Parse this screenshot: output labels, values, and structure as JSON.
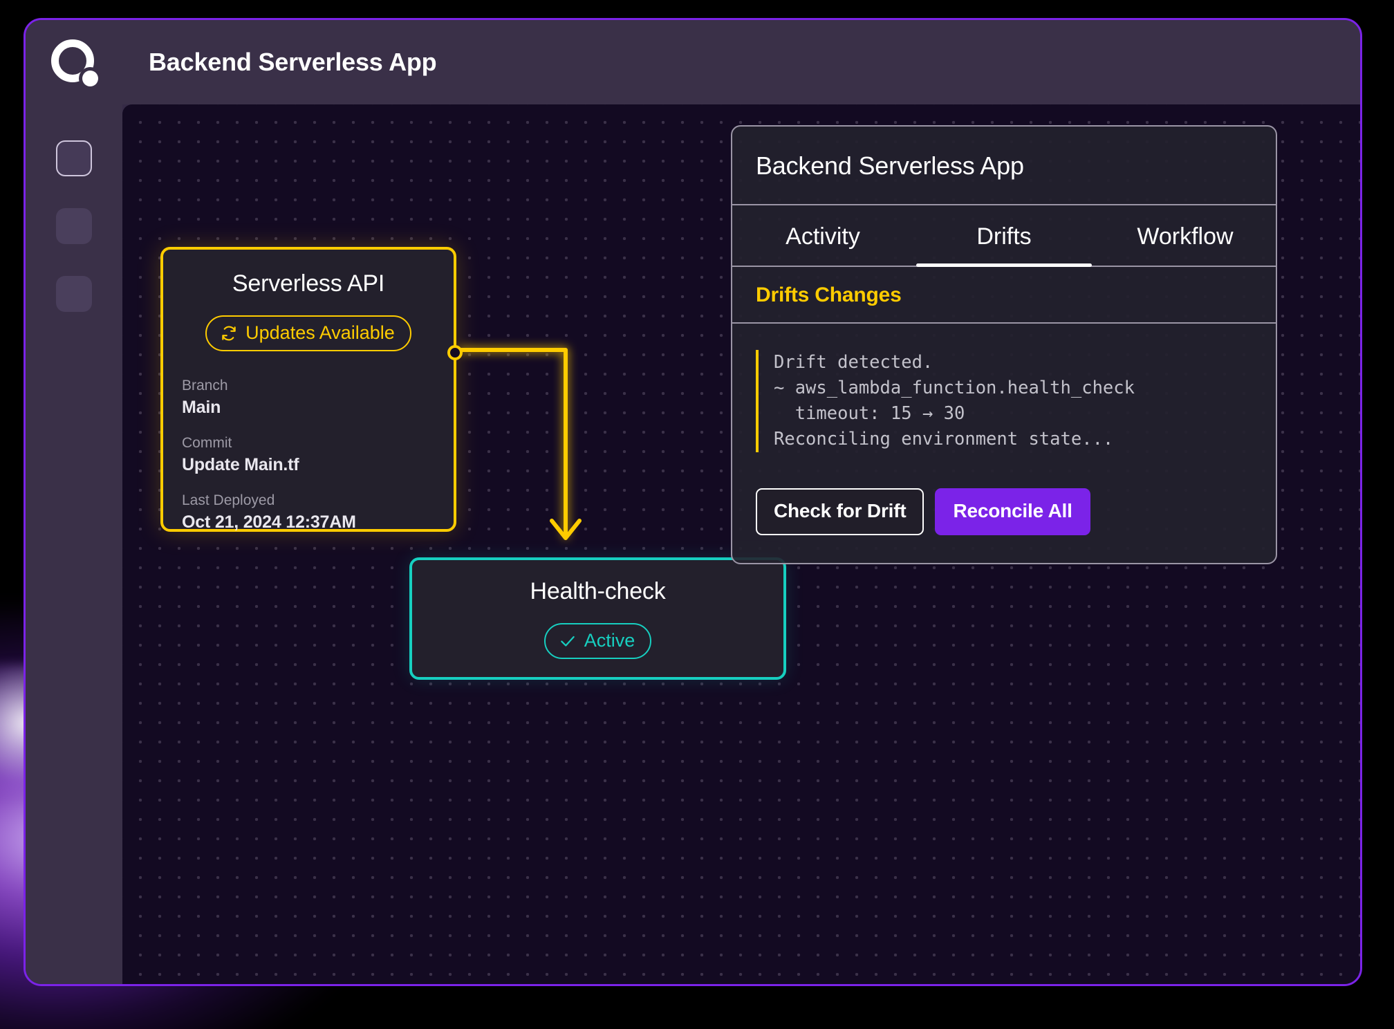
{
  "window": {
    "border_color": "#7b23e8",
    "header": {
      "logo_icon": "quira-ring-logo-icon",
      "title": "Backend Serverless App"
    },
    "sidebar": {
      "items": [
        {
          "name": "rail-item-1",
          "active": true
        },
        {
          "name": "rail-item-2",
          "active": false
        },
        {
          "name": "rail-item-3",
          "active": false
        }
      ]
    }
  },
  "canvas": {
    "background_color": "#130a22",
    "dot_color": "#3b3149",
    "nodes": [
      {
        "id": "serverless-api",
        "title": "Serverless API",
        "accent": "#ffcc00",
        "badge": {
          "icon": "refresh-sync-icon",
          "label": "Updates Available"
        },
        "fields": [
          {
            "label": "Branch",
            "value": "Main"
          },
          {
            "label": "Commit",
            "value": "Update Main.tf"
          },
          {
            "label": "Last Deployed",
            "value": "Oct 21, 2024 12:37AM"
          }
        ]
      },
      {
        "id": "health-check",
        "title": "Health-check",
        "accent": "#17cfc0",
        "badge": {
          "icon": "check-icon",
          "label": "Active"
        }
      }
    ],
    "edge": {
      "from": "serverless-api",
      "to": "health-check",
      "color": "#ffcc00"
    }
  },
  "panel": {
    "title": "Backend Serverless App",
    "tabs": [
      {
        "label": "Activity",
        "active": false
      },
      {
        "label": "Drifts",
        "active": true
      },
      {
        "label": "Workflow",
        "active": false
      }
    ],
    "section_title": "Drifts Changes",
    "section_title_color": "#ffcc00",
    "code": "Drift detected.\n~ aws_lambda_function.health_check\n  timeout: 15 → 30\nReconciling environment state...",
    "buttons": {
      "secondary": "Check for Drift",
      "primary": "Reconcile All",
      "primary_color": "#7b23e8"
    }
  }
}
